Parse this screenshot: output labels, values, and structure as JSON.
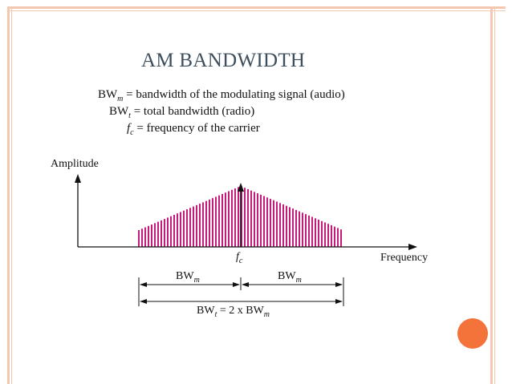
{
  "slide": {
    "title": "AM BANDWIDTH",
    "accent_color": "#f3733a",
    "frame_color": "#f3c7b0"
  },
  "definitions": [
    {
      "symbol": "BW",
      "subscript": "m",
      "text": "= bandwidth of the modulating signal (audio)"
    },
    {
      "symbol": "BW",
      "subscript": "t",
      "text": "= total bandwidth (radio)"
    },
    {
      "symbol": "f",
      "subscript": "c",
      "text": "= frequency of the carrier"
    }
  ],
  "diagram": {
    "y_axis_label": "Amplitude",
    "x_axis_label": "Frequency",
    "carrier_label": {
      "symbol": "f",
      "subscript": "c"
    },
    "left_band_label": {
      "symbol": "BW",
      "subscript": "m"
    },
    "right_band_label": {
      "symbol": "BW",
      "subscript": "m"
    },
    "total_label": {
      "symbol": "BW",
      "subscript": "t",
      "text": " = 2 x BW",
      "tail_subscript": "m"
    },
    "spectrum_color": "#c8197a"
  }
}
